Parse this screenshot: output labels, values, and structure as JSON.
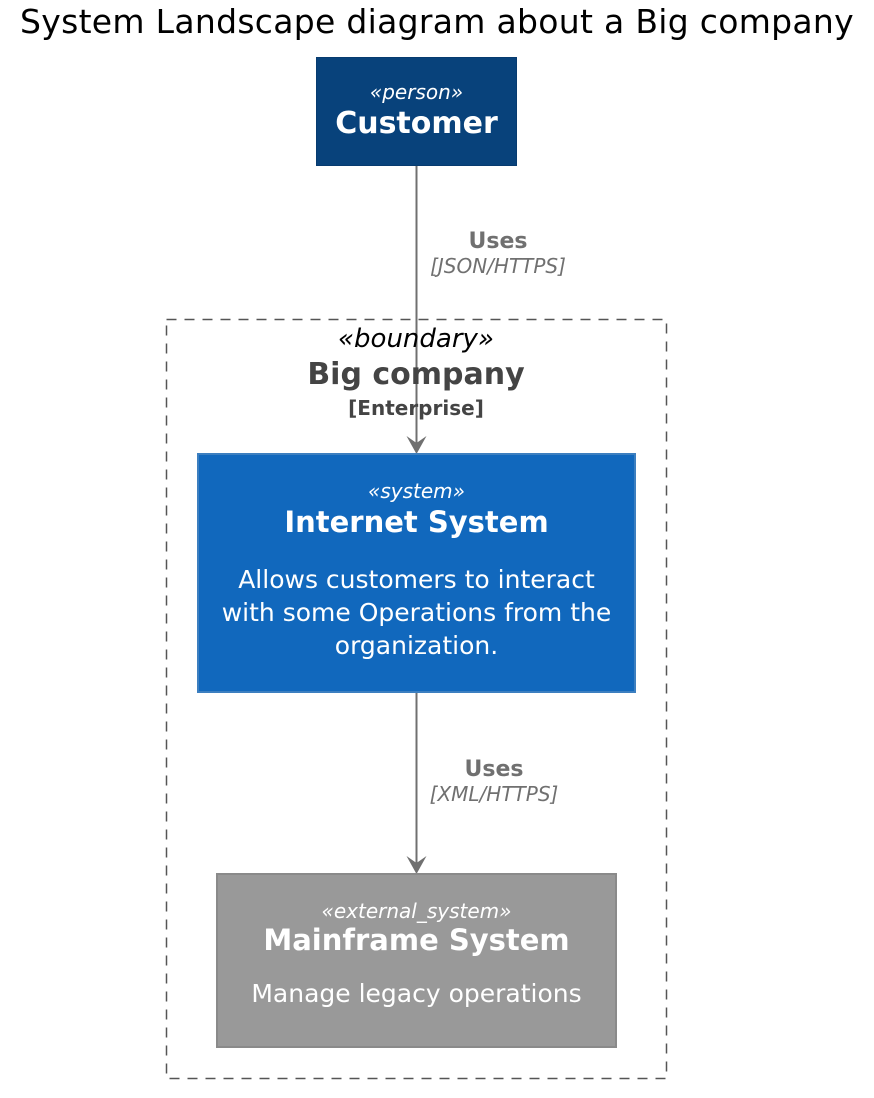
{
  "title": "System Landscape diagram about a Big company",
  "colors": {
    "person": "#08427b",
    "system": "#1168bd",
    "external_system": "#999999",
    "edge": "#707070",
    "boundary_border": "#555555"
  },
  "nodes": {
    "customer": {
      "stereotype": "«person»",
      "name": "Customer"
    },
    "internet_system": {
      "stereotype": "«system»",
      "name": "Internet System",
      "description": "Allows customers to interact with some Operations from the organization."
    },
    "mainframe_system": {
      "stereotype": "«external_system»",
      "name": "Mainframe System",
      "description": "Manage legacy operations"
    }
  },
  "boundary": {
    "stereotype": "«boundary»",
    "name": "Big company",
    "type": "[Enterprise]"
  },
  "edges": [
    {
      "from": "customer",
      "to": "internet_system",
      "label": "Uses",
      "technology": "[JSON/HTTPS]"
    },
    {
      "from": "internet_system",
      "to": "mainframe_system",
      "label": "Uses",
      "technology": "[XML/HTTPS]"
    }
  ]
}
